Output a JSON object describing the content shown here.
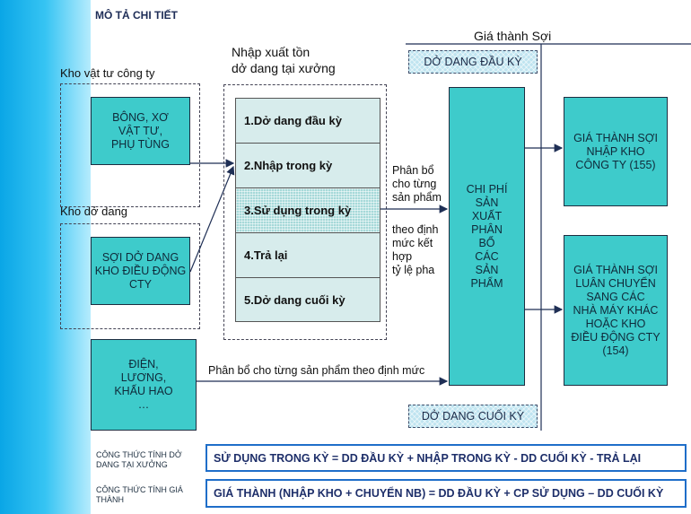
{
  "title": "MÔ TẢ CHI TIẾT",
  "labels": {
    "kho_vat_tu": "Kho vật tư công ty",
    "kho_do_dang": "Kho dở dang",
    "nhap_xuat_ton_1": "Nhập xuất tồn",
    "nhap_xuat_ton_2": "dở dang tại xưởng",
    "gia_thanh_soi": "Giá thành Sợi"
  },
  "boxes": {
    "bong_xo": [
      "BÔNG, XƠ",
      "VẬT TƯ,",
      "PHỤ TÙNG"
    ],
    "soi_do_dang": [
      "SỢI DỞ DANG",
      "KHO ĐIỀU ĐỘNG",
      "CTY"
    ],
    "dien_luong": [
      "ĐIỆN,",
      "LƯƠNG,",
      "KHẤU HAO",
      "…"
    ],
    "chi_phi": [
      "CHI PHÍ",
      "SẢN",
      "XUẤT",
      "PHÂN",
      "BỔ",
      "CÁC",
      "SẢN",
      "PHẨM"
    ],
    "gia_thanh_155": [
      "GIÁ THÀNH SỢI",
      "NHẬP KHO",
      "CÔNG TY (155)"
    ],
    "gia_thanh_154": [
      "GIÁ THÀNH SỢI",
      "LUÂN CHUYỂN",
      "SANG CÁC",
      "NHÀ MÁY KHÁC",
      "HOẶC KHO",
      "ĐIỀU ĐỘNG CTY",
      "(154)"
    ]
  },
  "stack_rows": [
    "1.Dở dang đầu kỳ",
    "2.Nhập trong kỳ",
    "3.Sử dụng trong kỳ",
    "4.Trả lại",
    "5.Dở dang cuối kỳ"
  ],
  "dd_dau_ky": "DỞ DANG ĐẦU KỲ",
  "dd_cuoi_ky": "DỞ DANG CUỐI KỲ",
  "annotations": {
    "phan_bo": [
      "Phân bổ",
      "cho từng",
      "sản phẩm"
    ],
    "theo_dinh_muc": [
      "theo định",
      "mức kết",
      "hợp",
      "tỷ lệ pha"
    ],
    "phan_bo_bottom": "Phân bổ cho từng sản phẩm theo định mức"
  },
  "formulas": [
    {
      "label": [
        "CÔNG THỨC TÍNH DỞ",
        "DANG TẠI XƯỞNG"
      ],
      "text": "SỬ DỤNG TRONG KỲ = DD ĐẦU KỲ + NHẬP TRONG KỲ - DD CUỐI KỲ - TRẢ LẠI"
    },
    {
      "label": [
        "CÔNG THỨC TÍNH GIÁ",
        "THÀNH"
      ],
      "text": "GIÁ THÀNH (NHẬP KHO + CHUYỂN NB) = DD ĐẦU KỲ + CP SỬ DỤNG – DD CUỐI KỲ"
    }
  ],
  "colors": {
    "teal": "#3ecbcb",
    "sidebar": "#0aa6e6",
    "formula_border": "#1f6ec9"
  }
}
